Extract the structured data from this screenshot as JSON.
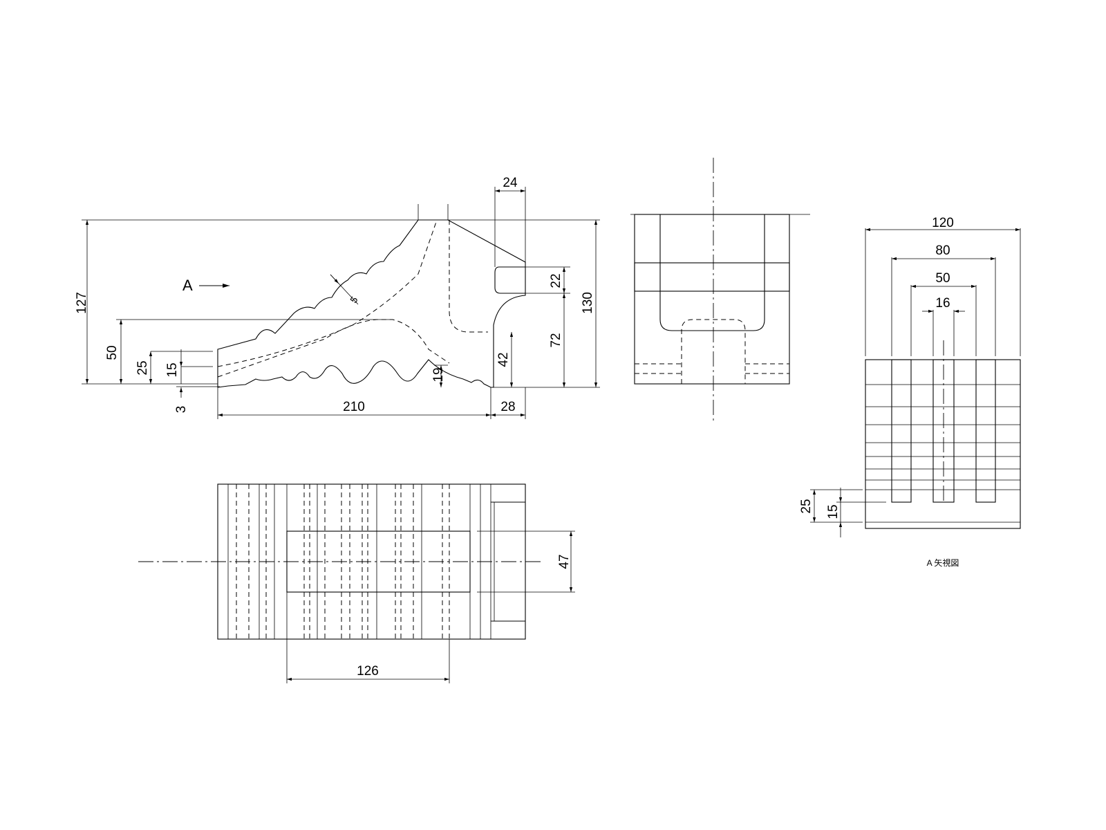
{
  "side_view": {
    "view_mark": "A",
    "dims": {
      "h127": "127",
      "h50": "50",
      "h25": "25",
      "h15": "15",
      "h3": "3",
      "d5": "5",
      "h19": "19",
      "h42": "42",
      "h72": "72",
      "h22": "22",
      "h130": "130",
      "w24": "24",
      "w210": "210",
      "w28": "28"
    }
  },
  "front_view": {},
  "bottom_view": {
    "dims": {
      "w126": "126",
      "h47": "47"
    }
  },
  "view_a": {
    "caption": "A 矢視図",
    "dims": {
      "w120": "120",
      "w80": "80",
      "w50": "50",
      "w16": "16",
      "h25": "25",
      "h15": "15"
    }
  }
}
